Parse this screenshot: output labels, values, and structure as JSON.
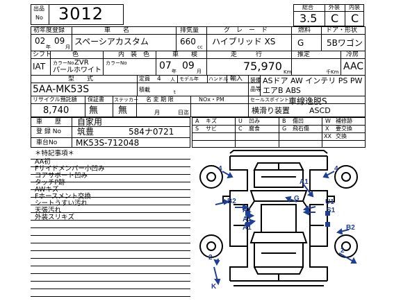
{
  "header": {
    "lot_label_top": "出品",
    "lot_label_bottom": "No",
    "lot_number": "3012",
    "score_label": "総合",
    "exterior_label": "外装",
    "interior_label": "内装",
    "score": "3.5",
    "exterior": "C",
    "interior": "C"
  },
  "row1": {
    "reg_label": "初年度登録",
    "name_label": "車　　名",
    "disp_label": "排気量",
    "grade_label": "グ　レ　ー　ド",
    "fuel_label": "燃料",
    "doors_label": "ドア・形状",
    "year": "02",
    "year_unit": "年",
    "month": "09",
    "month_unit": "月",
    "car_name": "スペーシアカスタム",
    "displacement": "660",
    "disp_unit": "cc",
    "grade": "ハイブリッド XS",
    "fuel": "G",
    "doors": "5Bワゴン"
  },
  "row2": {
    "shift_label": "シフト",
    "color_label": "色",
    "inner_label": "内　装　色",
    "inspect_label": "車　　検",
    "mileage_label": "走　　　行",
    "estimate_label": "推定",
    "ac_label": "冷房",
    "shift": "IAT",
    "color_no_label": "カラーNo",
    "color_no": "ZVR",
    "color_name": "パールホワイト",
    "inner_color_no_label": "カラーNo",
    "inspect_year": "07",
    "inspect_year_unit": "年",
    "inspect_month": "09",
    "inspect_month_unit": "月",
    "mileage": "75,970",
    "mileage_unit": "Km",
    "estimate_unit": "千Km",
    "ac": "AAC"
  },
  "row3": {
    "model_label": "型　　式",
    "capacity_label": "定員",
    "capacity": "4",
    "capacity_unit": "人",
    "model_handle_label": "モデル年",
    "handle_label": "ハンドル",
    "import_label": "輸入",
    "model": "5AA-MK53S",
    "load_label": "積載",
    "load_unit": "t",
    "equip_label": "装備",
    "equip_label2": "品等",
    "equip_line1": "ASドア AW インテリ PS PW",
    "equip_line2": "エアB ABS"
  },
  "row4": {
    "recycle_label": "リサイクル預託額",
    "warranty_label": "保証書",
    "sticker_label": "ステッカー",
    "name_change_label": "名 変 期 限",
    "nox_label": "NOx・PM",
    "sales_label": "セールスポイント",
    "recycle": "8,740",
    "warranty": "無",
    "sticker": "無",
    "nc_month": "月",
    "nc_day": "日迄",
    "sales_line1": "車線逸脱S",
    "sales_line2_a": "横滑り装置",
    "sales_line2_b": "ASCD"
  },
  "history": {
    "label": "車　　歴",
    "value": "自家用",
    "reg_no_label": "登 録 No",
    "reg_no_a": "筑豊",
    "reg_no_b": "584ナ0721",
    "chassis_label": "車台No",
    "chassis": "MK53S-712048"
  },
  "legend": {
    "items": [
      {
        "code": "A",
        "text": "キズ"
      },
      {
        "code": "U",
        "text": "凹み"
      },
      {
        "code": "B",
        "text": "傷凹"
      },
      {
        "code": "W",
        "text": "補修跡"
      },
      {
        "code": "S",
        "text": "サビ"
      },
      {
        "code": "C",
        "text": "腐食"
      },
      {
        "code": "G",
        "text": "飛石傷"
      },
      {
        "code": "X",
        "text": "要交換"
      },
      {
        "code": "",
        "text": ""
      },
      {
        "code": "",
        "text": ""
      },
      {
        "code": "",
        "text": ""
      },
      {
        "code": "XX",
        "text": "交換"
      }
    ]
  },
  "notes": {
    "title": "＊特記事項＊",
    "lines": [
      "AA初",
      "Fサイドメンバー小凹み",
      "コアサポート凹み",
      "タッチP跡",
      "AWキズ",
      "Fホースメント交換",
      "シートうすい汚れ",
      "天張汚れ",
      "外装スリキズ"
    ]
  },
  "diagram": {
    "marks": [
      "4",
      "4",
      "A1",
      "B2",
      "A1",
      "G",
      "U1",
      "S1",
      "A1",
      "A1",
      "B2",
      "2",
      "2",
      "K"
    ]
  }
}
